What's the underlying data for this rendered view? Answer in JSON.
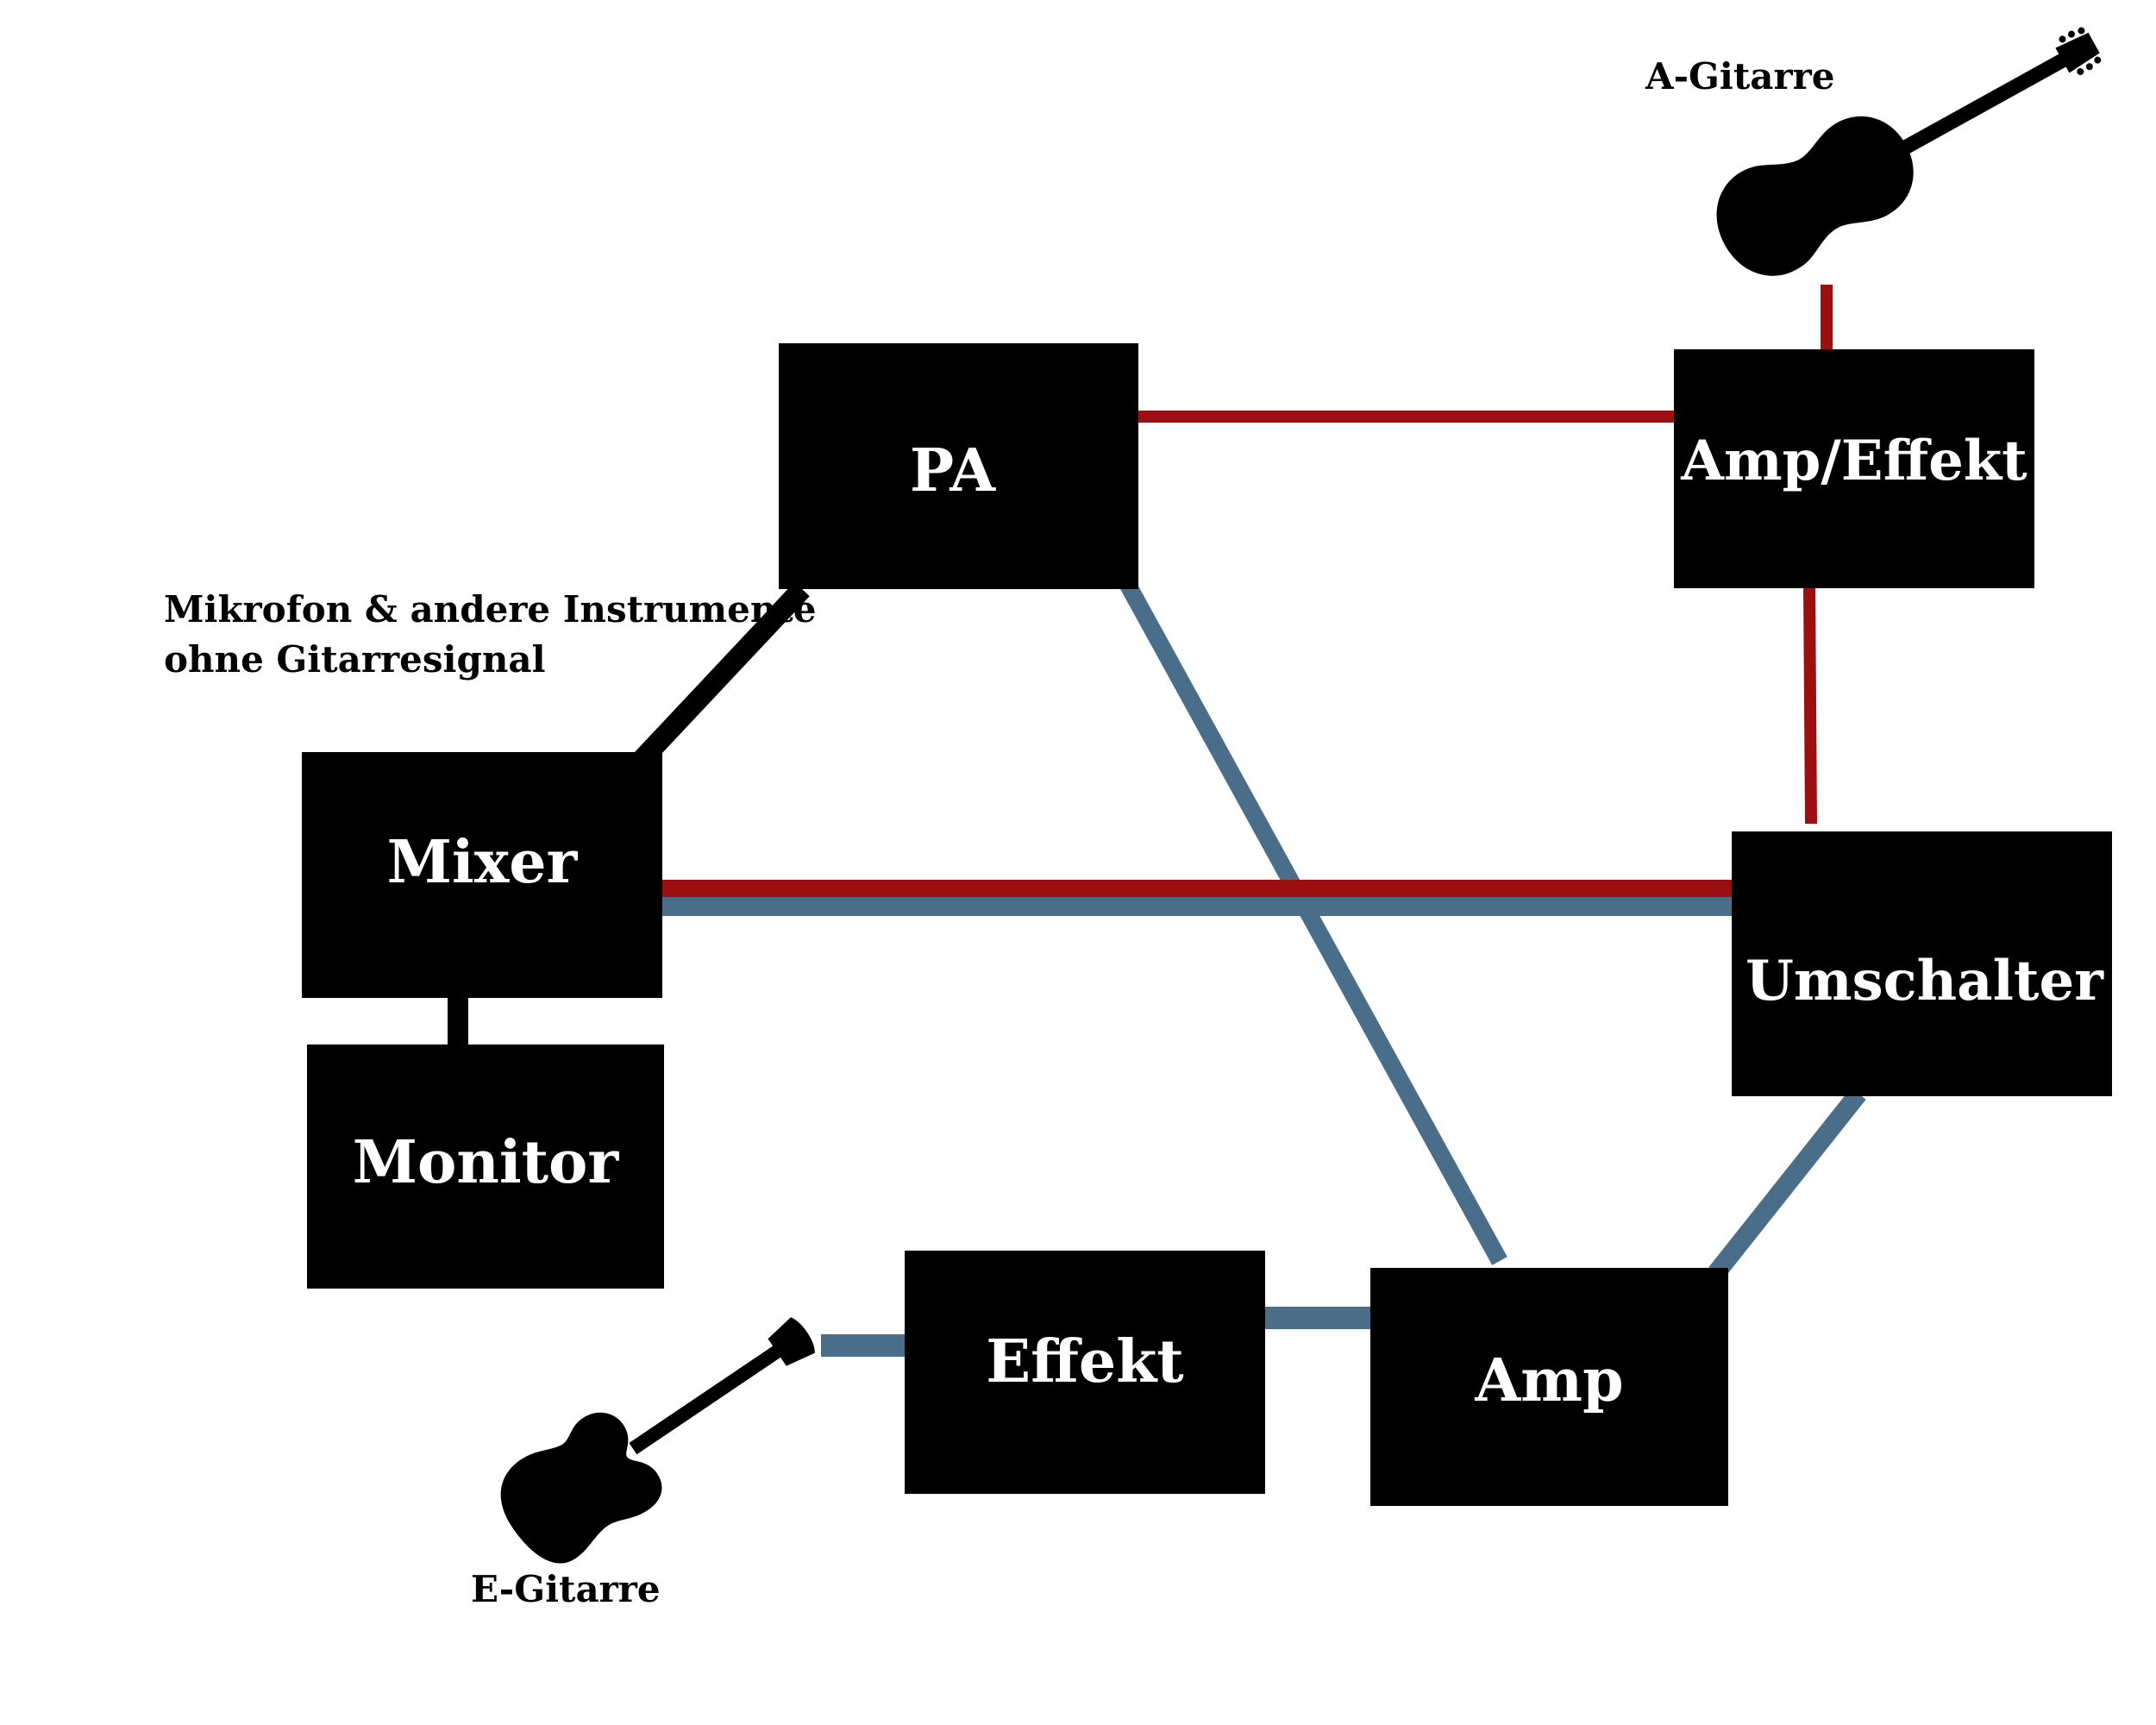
{
  "diagram": {
    "nodes": {
      "pa": "PA",
      "amp_effekt": "Amp/Effekt",
      "mixer": "Mixer",
      "umschalter": "Umschalter",
      "monitor": "Monitor",
      "effekt": "Effekt",
      "amp": "Amp"
    },
    "labels": {
      "a_gitarre": "A-Gitarre",
      "e_gitarre": "E-Gitarre",
      "mikrofon_line1": "Mikrofon & andere Instrumente",
      "mikrofon_line2": "ohne Gitarresignal"
    },
    "colors": {
      "acoustic_signal": "#9b0f10",
      "electric_signal": "#4a6e89",
      "other_signal": "#000000",
      "box": "#000000",
      "box_text": "#ffffff"
    },
    "icons": {
      "acoustic": "acoustic-guitar-icon",
      "electric": "electric-guitar-icon"
    }
  }
}
